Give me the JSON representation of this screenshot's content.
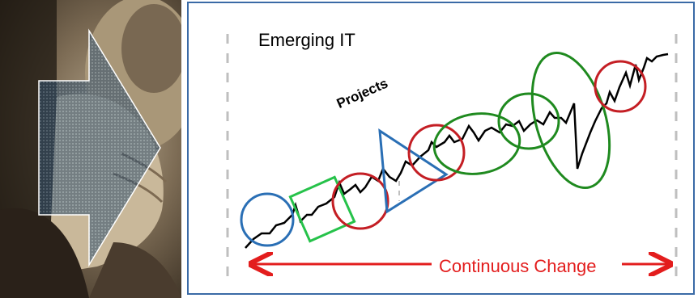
{
  "diagram": {
    "heading": "Emerging IT",
    "label_projects": "Projects",
    "label_change": "Continuous Change",
    "colors": {
      "frame_border": "#3a6aa6",
      "change_arrow": "#e31d1d",
      "circle_blue": "#2a6fb5",
      "circle_red": "#c41e24",
      "rect_green": "#26c24a",
      "ellipse_green": "#1f8a1f",
      "triangle_blue": "#2a6fb5",
      "trend_line": "#000000"
    },
    "shapes": [
      "blue-circle",
      "green-rectangle",
      "red-circle",
      "blue-triangle",
      "red-circle",
      "green-ellipse",
      "green-ellipse",
      "green-ellipse",
      "red-circle"
    ]
  },
  "photo": {
    "description_icon": "person-with-hand-on-face-photo",
    "overlay": "translucent-arrow-icon"
  }
}
